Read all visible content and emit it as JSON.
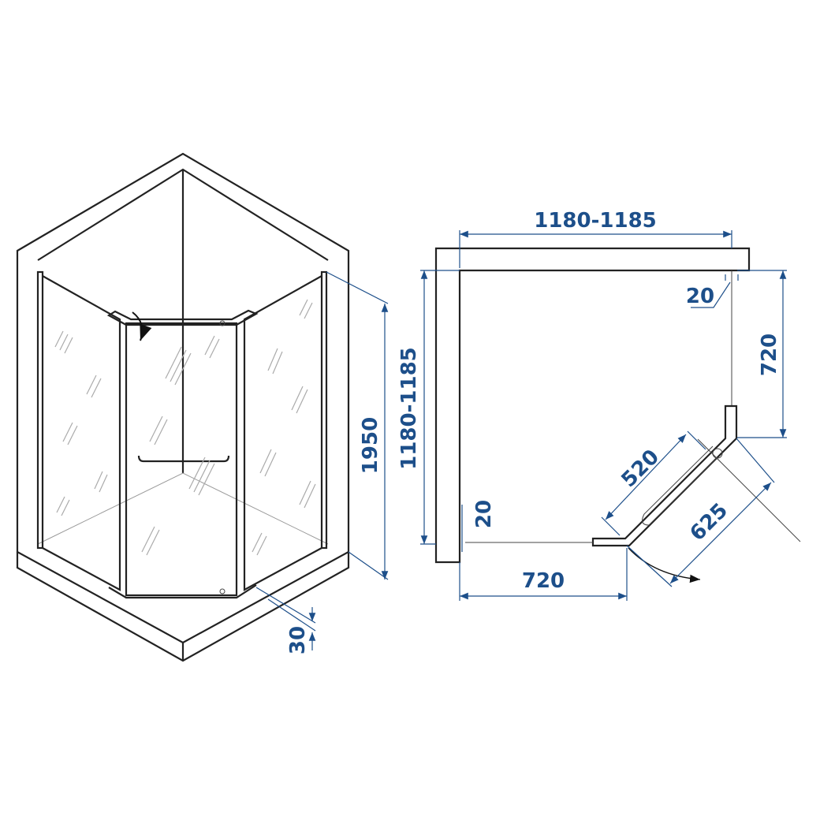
{
  "colors": {
    "dimension": "#1d4f8a",
    "outline": "#222222"
  },
  "dimensions_3d": {
    "height": "1950",
    "tray_offset": "30"
  },
  "plan_view": {
    "width_overall": "1180-1185",
    "depth_overall": "1180-1185",
    "profile_right": "20",
    "side_right": "720",
    "door_glass": "520",
    "door_opening": "625",
    "profile_left": "20",
    "side_bottom": "720"
  }
}
